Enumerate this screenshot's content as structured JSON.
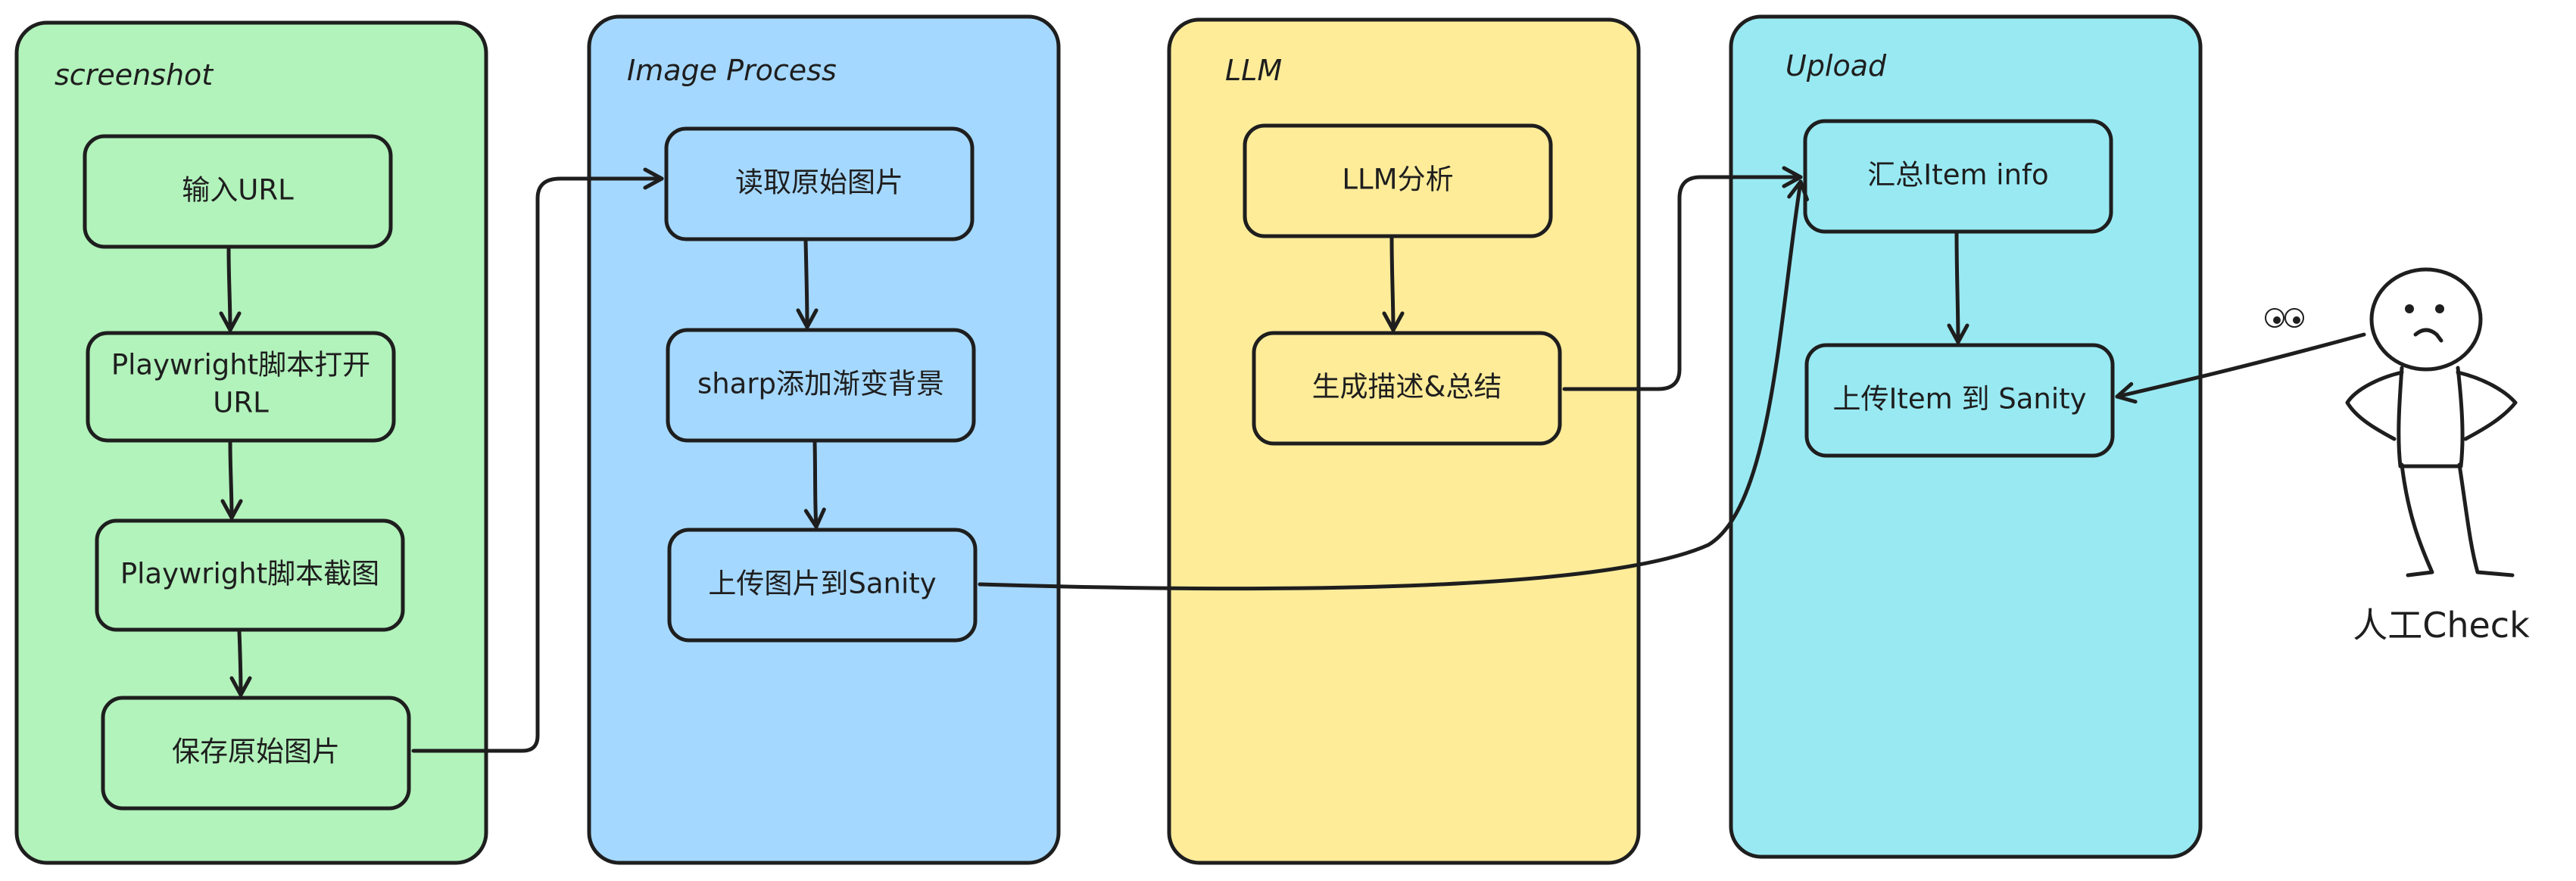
{
  "colors": {
    "screenshot_lane": "#b2f2bb",
    "image_process_lane": "#a5d8ff",
    "llm_lane": "#ffec99",
    "upload_lane": "#99e9f2",
    "stroke": "#1e1e1e"
  },
  "lanes": {
    "screenshot": {
      "title": "screenshot",
      "nodes": {
        "input_url": "输入URL",
        "open_url": [
          "Playwright脚本打开",
          "URL"
        ],
        "capture": "Playwright脚本截图",
        "save": "保存原始图片"
      }
    },
    "image_process": {
      "title": "Image Process",
      "nodes": {
        "read": "读取原始图片",
        "gradient": "sharp添加渐变背景",
        "upload_image": "上传图片到Sanity"
      }
    },
    "llm": {
      "title": "LLM",
      "nodes": {
        "analyze": "LLM分析",
        "summary": "生成描述&总结"
      }
    },
    "upload": {
      "title": "Upload",
      "nodes": {
        "collect": "汇总Item info",
        "upload_item": "上传Item 到 Sanity"
      }
    }
  },
  "actor": {
    "label": "人工Check",
    "icon": "eyes-icon"
  }
}
